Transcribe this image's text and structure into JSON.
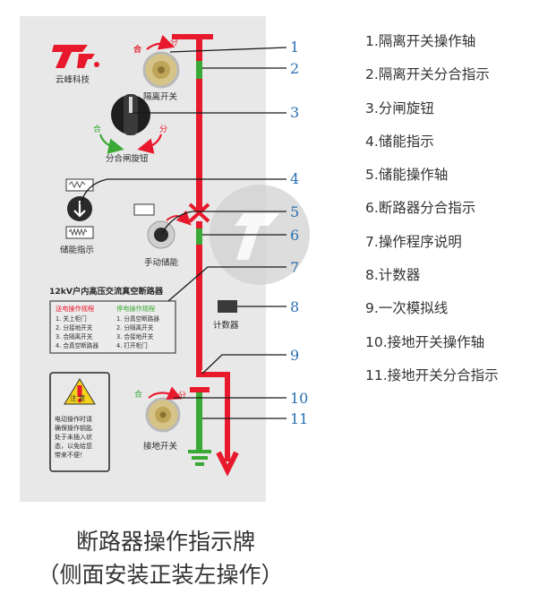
{
  "panel": {
    "brand_name": "云峰科技",
    "isolation_switch_label": "隔离开关",
    "isolation_close_mark": "合",
    "isolation_open_mark": "分",
    "knob_label": "分合闸旋钮",
    "knob_close_mark": "合",
    "knob_open_mark": "分",
    "energy_indicator_label": "储能指示",
    "manual_energy_label": "手动储能",
    "breaker_title": "12kV户内高压交流真空断路器",
    "power_on_title": "送电操作规程",
    "power_on_steps": [
      "1. 关上柜门",
      "2. 分接地开关",
      "3. 合隔离开关",
      "4. 合真空断路器"
    ],
    "power_off_title": "停电操作规程",
    "power_off_steps": [
      "1. 分真空断路器",
      "2. 分隔离开关",
      "3. 合接地开关",
      "4. 打开柜门"
    ],
    "counter_label": "计数器",
    "warning_title": "注 意",
    "warning_text": [
      "电动操作时请",
      "确保操作钥匙",
      "处于未插入状",
      "态，以免给您",
      "带来不便！"
    ],
    "earth_switch_label": "接地开关",
    "earth_close_mark": "合",
    "earth_open_mark": "分"
  },
  "callouts": [
    "1",
    "2",
    "3",
    "4",
    "5",
    "6",
    "7",
    "8",
    "9",
    "10",
    "11"
  ],
  "legend": [
    "1.隔离开关操作轴",
    "2.隔离开关分合指示",
    "3.分闸旋钮",
    "4.储能指示",
    "5.储能操作轴",
    "6.断路器分合指示",
    "7.操作程序说明",
    "8.计数器",
    "9.一次模拟线",
    "10.接地开关操作轴",
    "11.接地开关分合指示"
  ],
  "caption": {
    "line1": "断路器操作指示牌",
    "line2": "（侧面安装正装左操作）"
  },
  "colors": {
    "panel_bg": "#e8e8e8",
    "mimic_red": "#e8192c",
    "mimic_green": "#3aa935",
    "callout_blue": "#2a6fb0",
    "warning_yellow": "#f2d21b"
  }
}
